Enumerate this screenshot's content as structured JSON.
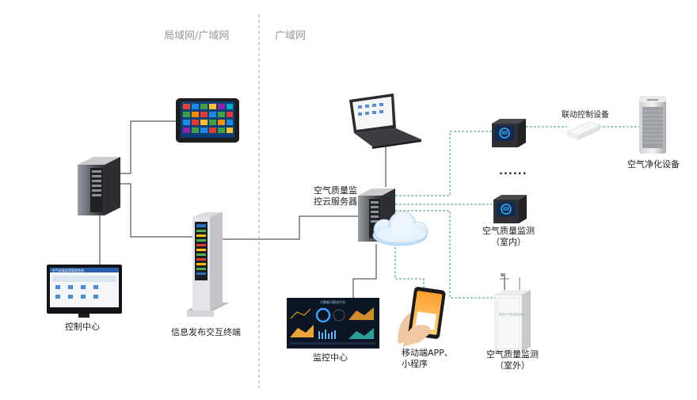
{
  "zones": {
    "lan_wan": "局域网/广域网",
    "wan": "广域网"
  },
  "nodes": {
    "control_center": "控制中心",
    "info_terminal": "信息发布交互终端",
    "cloud_server_line1": "空气质量监",
    "cloud_server_line2": "控云服务器",
    "monitor_center": "监控中心",
    "mobile_line1": "移动端APP、",
    "mobile_line2": "小程序",
    "indoor_monitor_line1": "空气质量监测",
    "indoor_monitor_line2": "（室内）",
    "outdoor_monitor_line1": "空气质量监测",
    "outdoor_monitor_line2": "（室外）",
    "linkage_device": "联动控制设备",
    "air_purifier": "空气净化设备",
    "ellipsis": "......"
  },
  "screens": {
    "control_center_title": "空气质量监测管理系统",
    "big_screen_title": "大数据可视化平台",
    "outdoor_cabinet_text": "微型空气质量监测站"
  },
  "colors": {
    "wired_link": "#333333",
    "wireless_link": "#3a9a78",
    "divider": "#aaaaaa",
    "zone_text": "#999999",
    "cloud": "#d6ecfb",
    "screen_blue": "#1b5fb8"
  }
}
